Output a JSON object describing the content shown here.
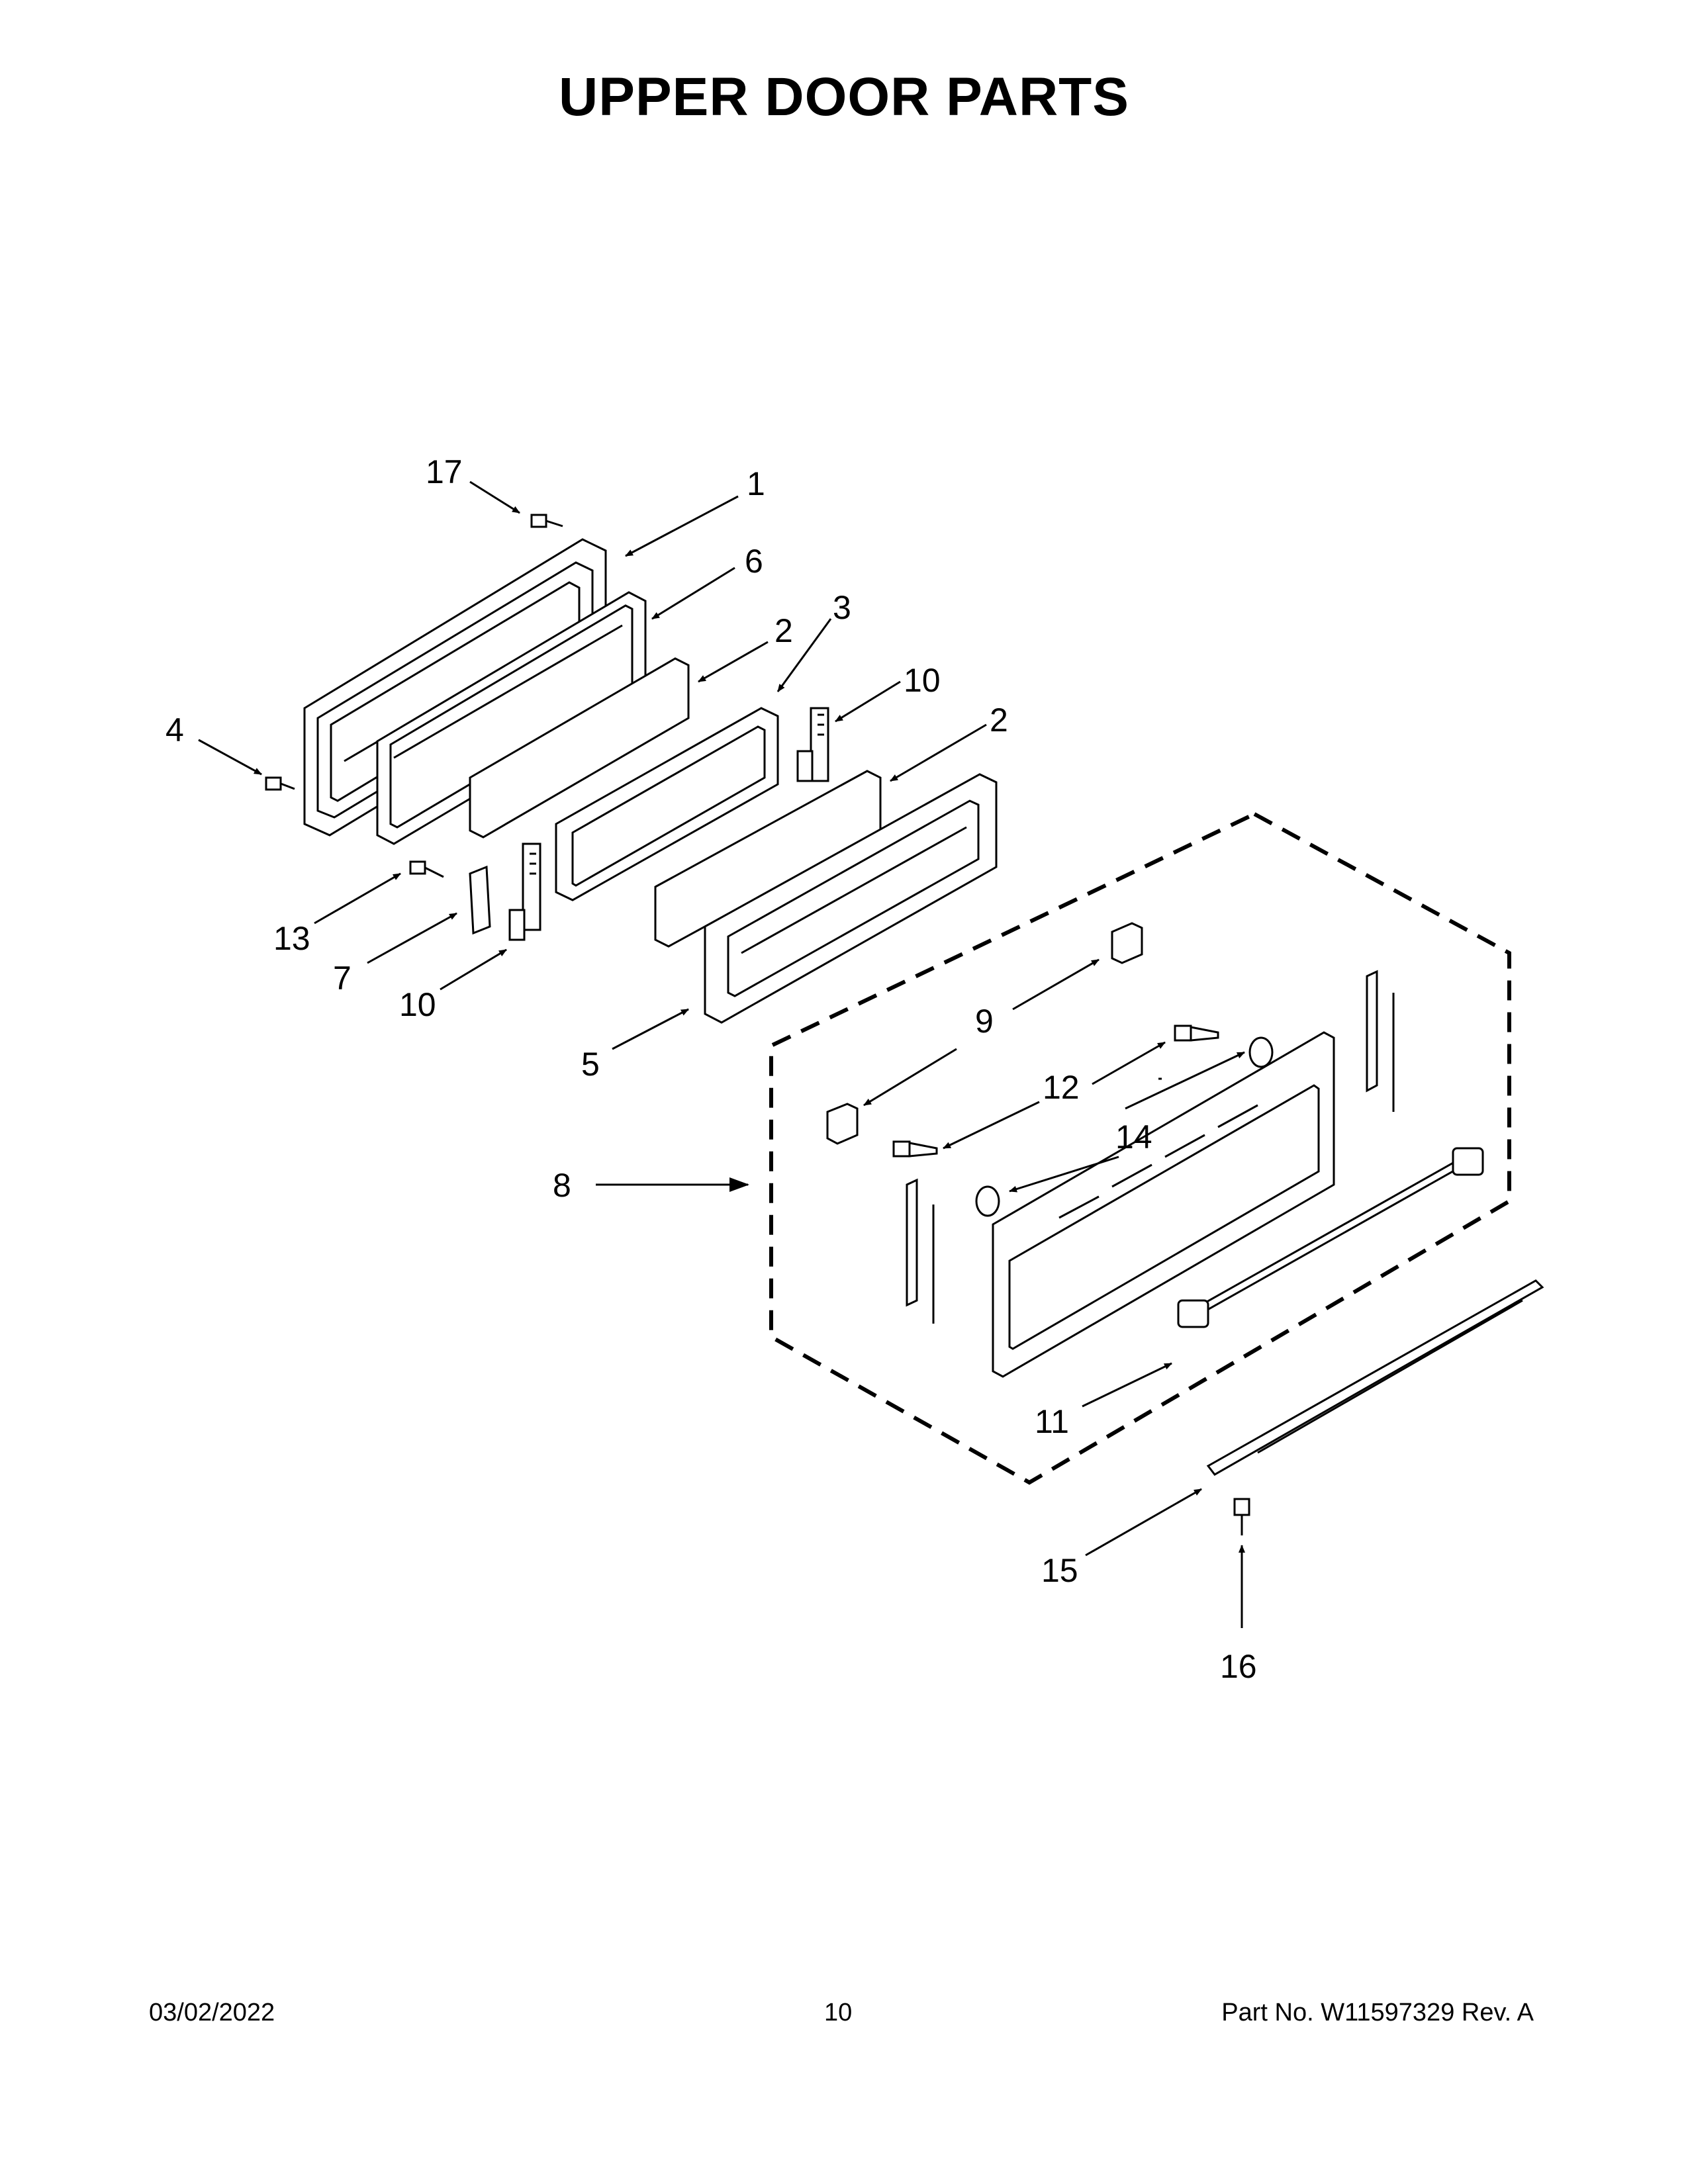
{
  "title": "UPPER DOOR PARTS",
  "callouts": [
    {
      "id": "c17",
      "label": "17"
    },
    {
      "id": "c1",
      "label": "1"
    },
    {
      "id": "c6",
      "label": "6"
    },
    {
      "id": "c2a",
      "label": "2"
    },
    {
      "id": "c3",
      "label": "3"
    },
    {
      "id": "c10a",
      "label": "10"
    },
    {
      "id": "c2b",
      "label": "2"
    },
    {
      "id": "c4",
      "label": "4"
    },
    {
      "id": "c13",
      "label": "13"
    },
    {
      "id": "c7",
      "label": "7"
    },
    {
      "id": "c10b",
      "label": "10"
    },
    {
      "id": "c5",
      "label": "5"
    },
    {
      "id": "c9",
      "label": "9"
    },
    {
      "id": "c12",
      "label": "12"
    },
    {
      "id": "c14",
      "label": "14"
    },
    {
      "id": "c8",
      "label": "8"
    },
    {
      "id": "c11",
      "label": "11"
    },
    {
      "id": "c15",
      "label": "15"
    },
    {
      "id": "c16",
      "label": "16"
    }
  ],
  "footer": {
    "date": "03/02/2022",
    "page": "10",
    "part": "Part No.  W11597329  Rev.  A"
  }
}
